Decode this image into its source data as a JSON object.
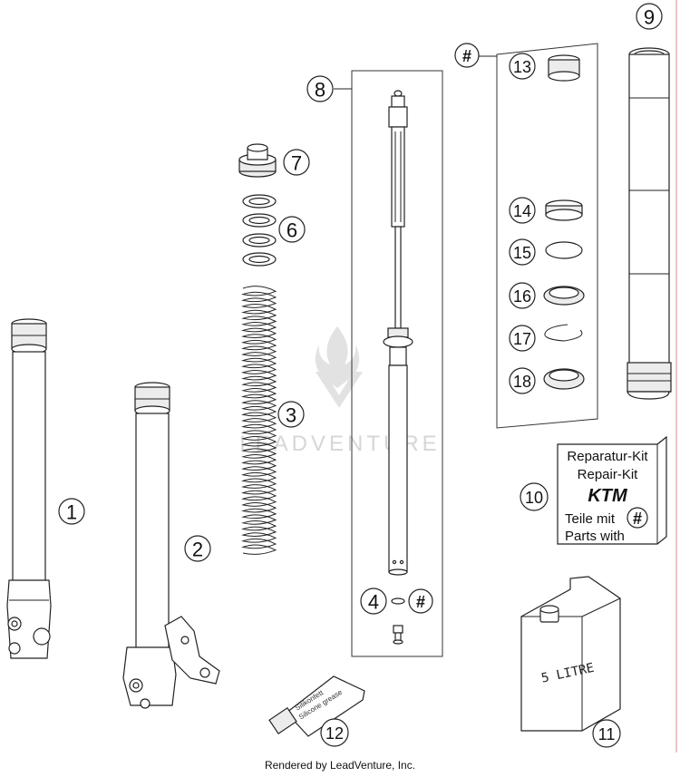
{
  "callouts": {
    "c1": "1",
    "c2": "2",
    "c3": "3",
    "c4": "4",
    "c6": "6",
    "c7": "7",
    "c8": "8",
    "c9": "9",
    "c10": "10",
    "c11": "11",
    "c12": "12",
    "c13": "13",
    "c14": "14",
    "c15": "15",
    "c16": "16",
    "c17": "17",
    "c18": "18"
  },
  "kit_marker": "#",
  "repair_kit": {
    "line1": "Reparatur-Kit",
    "line2": "Repair-Kit",
    "brand": "KTM",
    "line3": "Teile mit",
    "line4": "Parts with",
    "marker": "#"
  },
  "canister_label": "5 LITRE",
  "grease_tube": {
    "line1": "Silikonfett",
    "line2": "Silicone grease"
  },
  "watermark": "LEADVENTURE",
  "footer": "Rendered by LeadVenture, Inc."
}
